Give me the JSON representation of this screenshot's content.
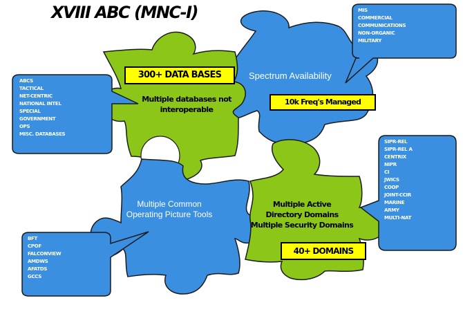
{
  "title": "XVIII ABC (MNC-I)",
  "colors": {
    "blue": "#3a8fe0",
    "green": "#8cc618",
    "yellow": "#ffff00",
    "outline": "#1a1a1a"
  },
  "pieces": {
    "top_left_heading": "300+ DATA BASES",
    "top_left_body": "Multiple databases not interoperable",
    "top_right_heading": "Spectrum Availability",
    "top_right_badge": "10k Freq's Managed",
    "bottom_left_body_1": "Multiple Common",
    "bottom_left_body_2": "Operating Picture Tools",
    "bottom_right_body_1": "Multiple Active",
    "bottom_right_body_2": "Directory Domains",
    "bottom_right_body_3": "Multiple Security Domains",
    "bottom_right_heading": "40+ DOMAINS"
  },
  "bubbles": {
    "top_right": [
      "MIS",
      "COMMERCIAL",
      "COMMUNICATIONS",
      "NON-ORGANIC",
      "MILITARY"
    ],
    "left": [
      "ABCS",
      "TACTICAL",
      "NET-CENTRIC",
      "NATIONAL INTEL",
      "SPECIAL",
      "GOVERNMENT",
      "OPS",
      "MISC. DATABASES"
    ],
    "right": [
      "SIPR-REL",
      "SIPR-REL A",
      "CENTRIX",
      "NIPR",
      "CI",
      "JWICS",
      "COOP",
      "JOINT-CCIR",
      "MARINE",
      "ARMY",
      "MULTI-NAT"
    ],
    "bottom_left": [
      "BFT",
      "CPOF",
      "FALCONVIEW",
      "AMDWS",
      "AFATDS",
      "GCCS"
    ]
  }
}
